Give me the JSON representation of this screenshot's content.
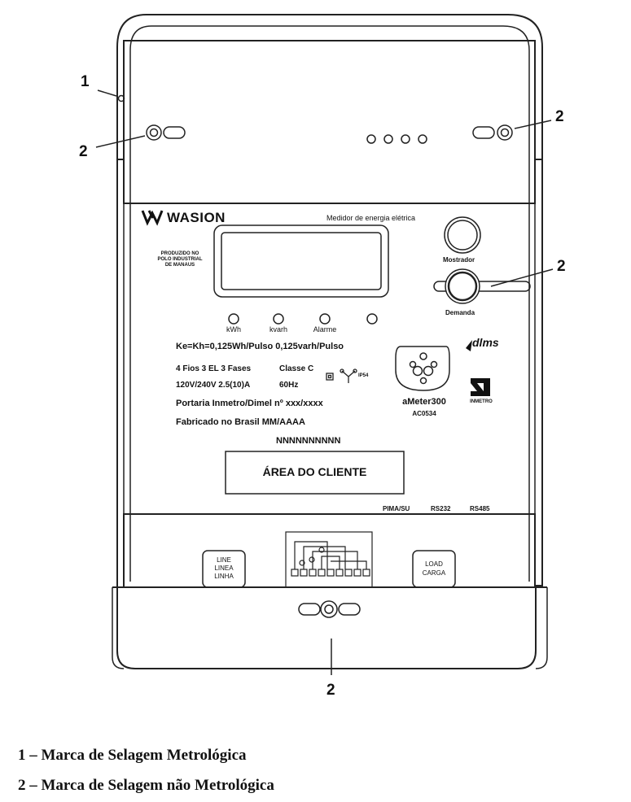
{
  "callouts": {
    "one": "1",
    "two": "2"
  },
  "brand": {
    "name": "WASION",
    "tagline": "Medidor de energia elétrica"
  },
  "origin_note": [
    "PRODUZIDO NO",
    "POLO INDUSTRIAL",
    "DE MANAUS"
  ],
  "buttons": {
    "display": "Mostrador",
    "demand": "Demanda"
  },
  "leds": [
    "kWh",
    "kvarh",
    "Alarme",
    ""
  ],
  "specs": {
    "constant": "Ke=Kh=0,125Wh/Pulso   0,125varh/Pulso",
    "wiring": "4 Fios 3 EL 3 Fases",
    "class": "Classe C",
    "voltage": "120V/240V 2.5(10)A",
    "frequency": "60Hz",
    "ip": "IP54",
    "portaria": "Portaria Inmetro/Dimel nº xxx/xxxx",
    "made_in": "Fabricado no Brasil MM/AAAA"
  },
  "model": {
    "name": "aMeter300",
    "code": "AC0534"
  },
  "dlms": "dlms",
  "inmetro": "INMETRO",
  "serial": "NNNNNNNNNN",
  "customer_area": "ÁREA DO CLIENTE",
  "ports": [
    "PIMA/SU",
    "RS232",
    "RS485"
  ],
  "terminals": {
    "line": [
      "LINE",
      "LINEA",
      "LINHA"
    ],
    "load": [
      "LOAD",
      "CARGA"
    ]
  },
  "legend": [
    "1 – Marca de Selagem Metrológica",
    "2 – Marca de Selagem não Metrológica"
  ]
}
